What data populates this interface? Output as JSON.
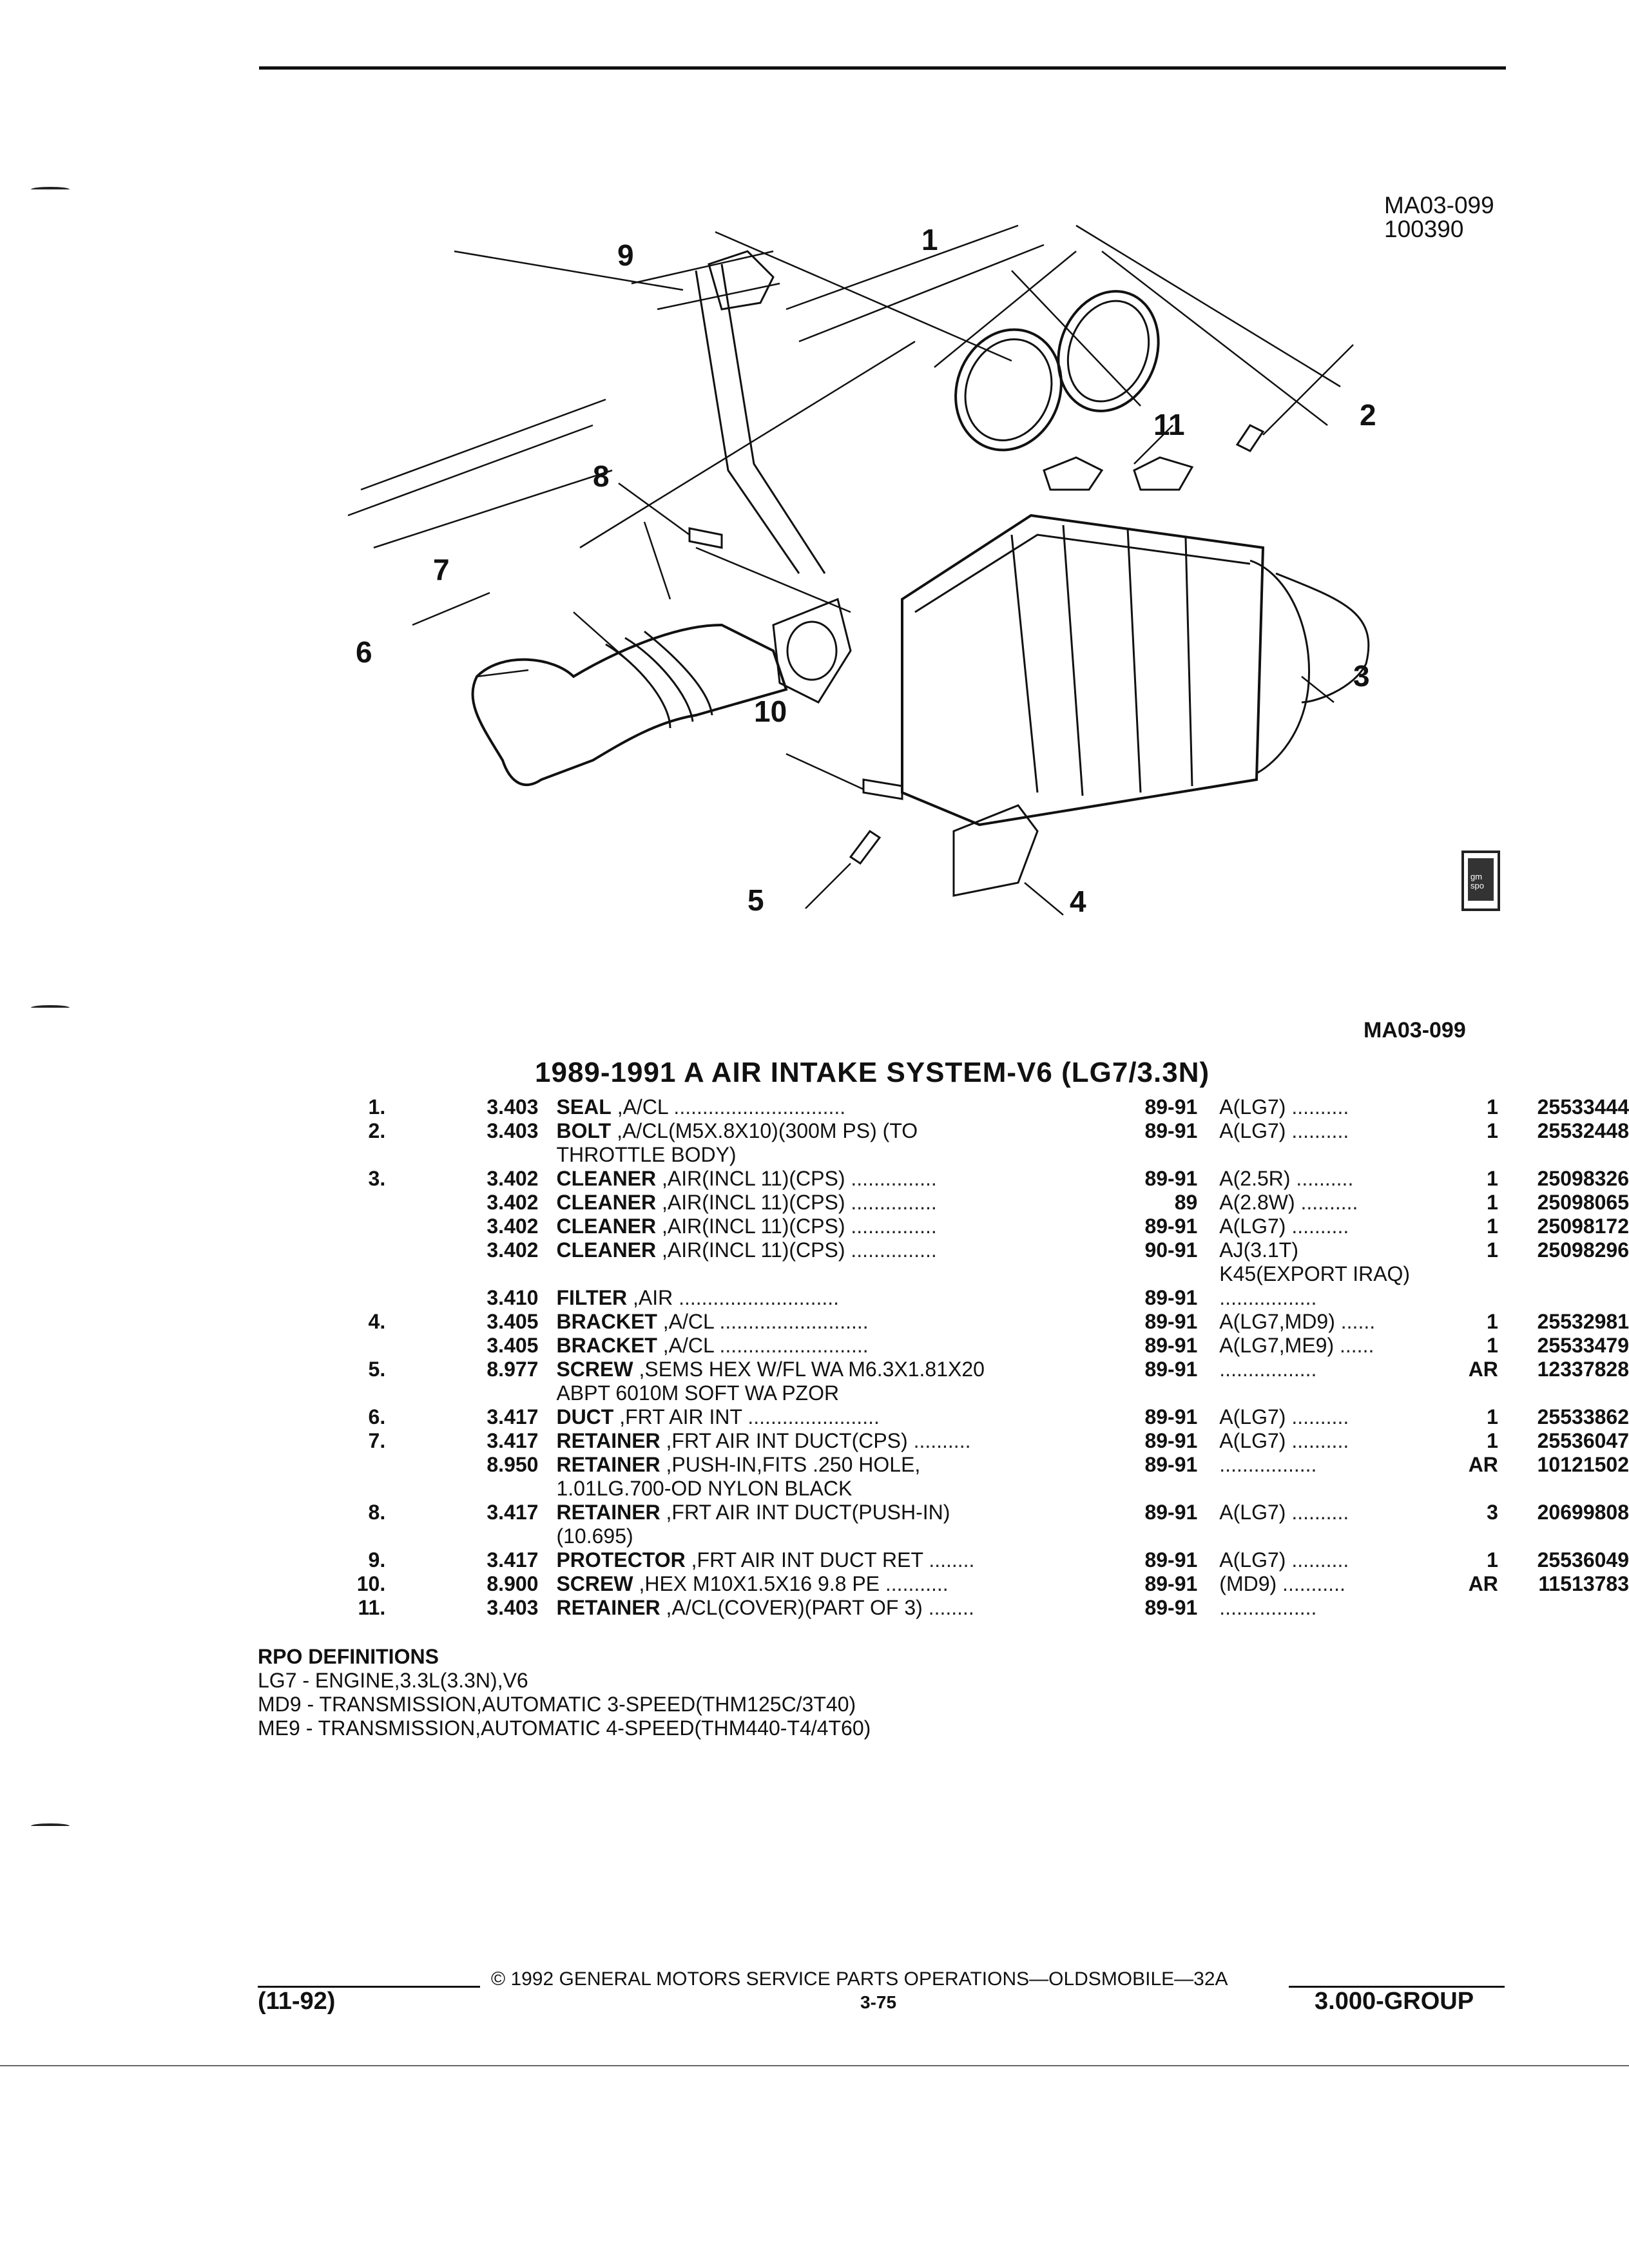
{
  "figure": {
    "code": "MA03-099",
    "date_code": "100390",
    "code_below": "MA03-099",
    "callouts": [
      "1",
      "2",
      "3",
      "4",
      "5",
      "6",
      "7",
      "8",
      "9",
      "10",
      "11"
    ],
    "logo_text": "gm spo"
  },
  "title": "1989-1991 A AIR INTAKE SYSTEM-V6 (LG7/3.3N)",
  "parts": [
    {
      "idx": "1.",
      "grp": "3.403",
      "name": "SEAL",
      ",desc": "",
      "desc": ",A/CL",
      "cont": "",
      "dots": " ..............................",
      "yrs": "89-91",
      "use": "A(LG7)",
      "use_dots": " ..........",
      "use2": "",
      "qty": "1",
      "pn": "25533444"
    },
    {
      "idx": "2.",
      "grp": "3.403",
      "name": "BOLT",
      "desc": ",A/CL(M5X.8X10)(300M PS) (TO",
      "cont": "THROTTLE BODY)",
      "dots": "",
      "yrs": "89-91",
      "use": "A(LG7)",
      "use_dots": " ..........",
      "use2": "",
      "qty": "1",
      "pn": "25532448"
    },
    {
      "idx": "3.",
      "grp": "3.402",
      "name": "CLEANER",
      "desc": ",AIR(INCL 11)(CPS)",
      "cont": "",
      "dots": " ...............",
      "yrs": "89-91",
      "use": "A(2.5R)",
      "use_dots": " ..........",
      "use2": "",
      "qty": "1",
      "pn": "25098326"
    },
    {
      "idx": "",
      "grp": "3.402",
      "name": "CLEANER",
      "desc": ",AIR(INCL 11)(CPS)",
      "cont": "",
      "dots": " ...............",
      "yrs": "89",
      "use": "A(2.8W)",
      "use_dots": " ..........",
      "use2": "",
      "qty": "1",
      "pn": "25098065"
    },
    {
      "idx": "",
      "grp": "3.402",
      "name": "CLEANER",
      "desc": ",AIR(INCL 11)(CPS)",
      "cont": "",
      "dots": " ...............",
      "yrs": "89-91",
      "use": "A(LG7)",
      "use_dots": " ..........",
      "use2": "",
      "qty": "1",
      "pn": "25098172"
    },
    {
      "idx": "",
      "grp": "3.402",
      "name": "CLEANER",
      "desc": ",AIR(INCL 11)(CPS)",
      "cont": "",
      "dots": " ...............",
      "yrs": "90-91",
      "use": "AJ(3.1T)",
      "use_dots": "",
      "use2": "K45(EXPORT IRAQ)",
      "qty": "1",
      "pn": "25098296"
    },
    {
      "idx": "",
      "grp": "3.410",
      "name": "FILTER",
      "desc": ",AIR",
      "cont": "",
      "dots": " ............................",
      "yrs": "89-91",
      "use": "",
      "use_dots": " .................",
      "use2": "",
      "qty": "",
      "pn": ""
    },
    {
      "idx": "4.",
      "grp": "3.405",
      "name": "BRACKET",
      "desc": ",A/CL",
      "cont": "",
      "dots": " ..........................",
      "yrs": "89-91",
      "use": "A(LG7,MD9)",
      "use_dots": " ......",
      "use2": "",
      "qty": "1",
      "pn": "25532981"
    },
    {
      "idx": "",
      "grp": "3.405",
      "name": "BRACKET",
      "desc": ",A/CL",
      "cont": "",
      "dots": " ..........................",
      "yrs": "89-91",
      "use": "A(LG7,ME9)",
      "use_dots": " ......",
      "use2": "",
      "qty": "1",
      "pn": "25533479"
    },
    {
      "idx": "5.",
      "grp": "8.977",
      "name": "SCREW",
      "desc": ",SEMS HEX W/FL WA M6.3X1.81X20",
      "cont": "ABPT 6010M SOFT WA PZOR",
      "dots": "",
      "yrs": "89-91",
      "use": "",
      "use_dots": " .................",
      "use2": "",
      "qty": "AR",
      "pn": "12337828"
    },
    {
      "idx": "6.",
      "grp": "3.417",
      "name": "DUCT",
      "desc": ",FRT AIR INT",
      "cont": "",
      "dots": " .......................",
      "yrs": "89-91",
      "use": "A(LG7)",
      "use_dots": " ..........",
      "use2": "",
      "qty": "1",
      "pn": "25533862"
    },
    {
      "idx": "7.",
      "grp": "3.417",
      "name": "RETAINER",
      "desc": ",FRT AIR INT DUCT(CPS)",
      "cont": "",
      "dots": " ..........",
      "yrs": "89-91",
      "use": "A(LG7)",
      "use_dots": " ..........",
      "use2": "",
      "qty": "1",
      "pn": "25536047"
    },
    {
      "idx": "",
      "grp": "8.950",
      "name": "RETAINER",
      "desc": ",PUSH-IN,FITS .250 HOLE,",
      "cont": "1.01LG.700-OD NYLON BLACK",
      "dots": "",
      "yrs": "89-91",
      "use": "",
      "use_dots": " .................",
      "use2": "",
      "qty": "AR",
      "pn": "10121502"
    },
    {
      "idx": "8.",
      "grp": "3.417",
      "name": "RETAINER",
      "desc": ",FRT AIR INT DUCT(PUSH-IN)",
      "cont": "(10.695)",
      "dots": "",
      "yrs": "89-91",
      "use": "A(LG7)",
      "use_dots": " ..........",
      "use2": "",
      "qty": "3",
      "pn": "20699808"
    },
    {
      "idx": "9.",
      "grp": "3.417",
      "name": "PROTECTOR",
      "desc": ",FRT AIR INT DUCT RET",
      "cont": "",
      "dots": " ........",
      "yrs": "89-91",
      "use": "A(LG7)",
      "use_dots": " ..........",
      "use2": "",
      "qty": "1",
      "pn": "25536049"
    },
    {
      "idx": "10.",
      "grp": "8.900",
      "name": "SCREW",
      "desc": ",HEX M10X1.5X16 9.8 PE",
      "cont": "",
      "dots": " ...........",
      "yrs": "89-91",
      "use": "(MD9)",
      "use_dots": " ...........",
      "use2": "",
      "qty": "AR",
      "pn": "11513783"
    },
    {
      "idx": "11.",
      "grp": "3.403",
      "name": "RETAINER",
      "desc": ",A/CL(COVER)(PART OF 3)",
      "cont": "",
      "dots": " ........",
      "yrs": "89-91",
      "use": "",
      "use_dots": " .................",
      "use2": "",
      "qty": "",
      "pn": ""
    }
  ],
  "rpo": {
    "header": "RPO DEFINITIONS",
    "lines": [
      "LG7 - ENGINE,3.3L(3.3N),V6",
      "MD9 - TRANSMISSION,AUTOMATIC 3-SPEED(THM125C/3T40)",
      "ME9 - TRANSMISSION,AUTOMATIC 4-SPEED(THM440-T4/4T60)"
    ]
  },
  "footer": {
    "copyright": "© 1992 GENERAL MOTORS SERVICE PARTS OPERATIONS—OLDSMOBILE—32A",
    "date": "(11-92)",
    "page": "3-75",
    "group": "3.000-GROUP"
  }
}
